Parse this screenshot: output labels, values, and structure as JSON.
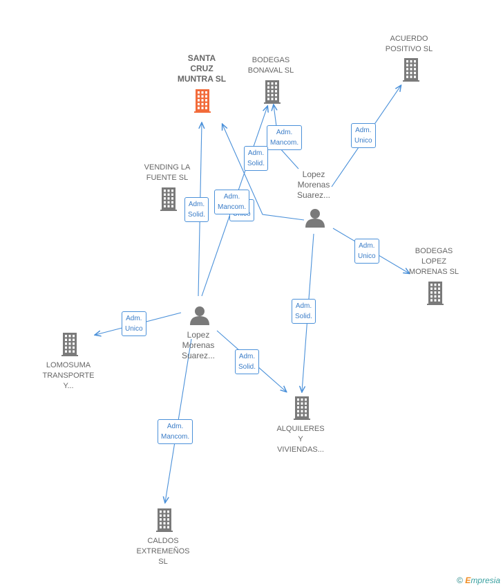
{
  "companies": {
    "santa_cruz": {
      "label": "SANTA\nCRUZ\nMUNTRA SL",
      "color": "#f26b3a"
    },
    "bodegas_bonaval": {
      "label": "BODEGAS\nBONAVAL SL",
      "color": "#7a7a7a"
    },
    "acuerdo_positivo": {
      "label": "ACUERDO\nPOSITIVO SL",
      "color": "#7a7a7a"
    },
    "vending": {
      "label": "VENDING LA\nFUENTE SL",
      "color": "#7a7a7a"
    },
    "bodegas_lopez": {
      "label": "BODEGAS\nLOPEZ\nMORENAS SL",
      "color": "#7a7a7a"
    },
    "lomosuma": {
      "label": "LOMOSUMA\nTRANSPORTE\nY...",
      "color": "#7a7a7a"
    },
    "alquileres": {
      "label": "ALQUILERES\nY\nVIVIENDAS...",
      "color": "#7a7a7a"
    },
    "caldos": {
      "label": "CALDOS\nEXTREMEÑOS\nSL",
      "color": "#7a7a7a"
    }
  },
  "persons": {
    "p1": {
      "label": "Lopez\nMorenas\nSuarez..."
    },
    "p2": {
      "label": "Lopez\nMorenas\nSuarez..."
    }
  },
  "edge_labels": {
    "e1": "Adm.\nMancom.",
    "e2": "Adm.\nSolid.",
    "e3": "Adm.\nUnico",
    "e4": "Adm.\nSolid.",
    "e5": "Adm.\nMancom.",
    "e6": "Unico",
    "e7": "Adm.\nUnico",
    "e8": "Adm.\nSolid.",
    "e9": "Adm.\nUnico",
    "e10": "Adm.\nSolid.",
    "e11": "Adm.\nMancom."
  },
  "colors": {
    "edge": "#4a90d9",
    "building": "#7a7a7a",
    "highlight": "#f26b3a",
    "person": "#7a7a7a"
  },
  "footer": {
    "copyright": "©",
    "brand": "mpresia",
    "brand_initial": "E"
  }
}
